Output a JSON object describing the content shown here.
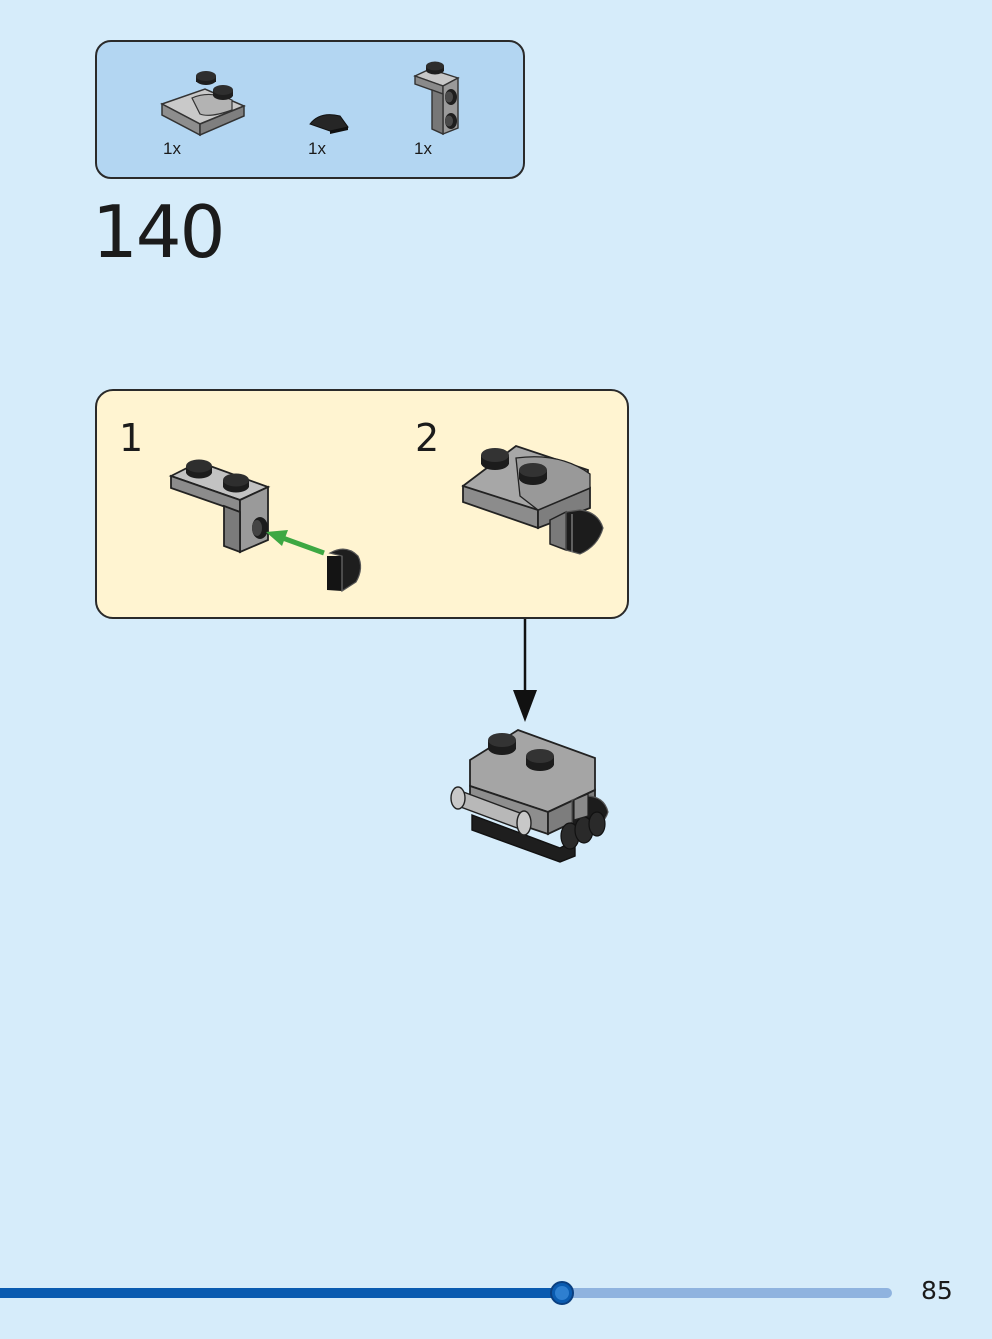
{
  "parts_list": {
    "items": [
      {
        "part": "slope-plate-2x2-with-studs",
        "color": "#a3a3a3",
        "quantity": "1x"
      },
      {
        "part": "quarter-round-tile",
        "color": "#1b1b1b",
        "quantity": "1x"
      },
      {
        "part": "bracket-with-side-studs",
        "color": "#a3a3a3",
        "quantity": "1x"
      }
    ]
  },
  "step": {
    "number": "140"
  },
  "sub_steps": [
    {
      "label": "1"
    },
    {
      "label": "2"
    }
  ],
  "colors": {
    "page_background": "#d6ecfa",
    "parts_box": "#b3d6f2",
    "sub_step_box": "#fff4d1",
    "brick_grey": "#a3a3a3",
    "brick_dark": "#1b1b1b",
    "arrow_green": "#3da843",
    "progress_fill": "#0a5bb0",
    "progress_track": "#8fb3df"
  },
  "progress": {
    "fraction": 0.63
  },
  "page": {
    "number": "85"
  }
}
